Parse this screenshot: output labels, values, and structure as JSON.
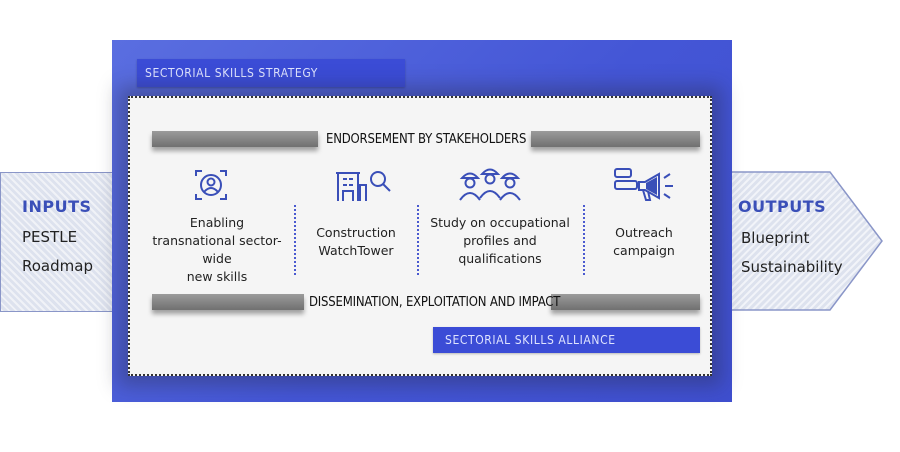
{
  "inputs": {
    "title": "INPUTS",
    "items": [
      "PESTLE",
      "Roadmap"
    ]
  },
  "outputs": {
    "title": "OUTPUTS",
    "items": [
      "Blueprint",
      "Sustainability"
    ]
  },
  "strategy_label": "SECTORIAL SKILLS STRATEGY",
  "endorsement_label": "ENDORSEMENT BY STAKEHOLDERS",
  "dissemination_label": "DISSEMINATION, EXPLOITATION AND IMPACT",
  "alliance_label": "SECTORIAL SKILLS ALLIANCE",
  "columns": [
    {
      "icon": "person-target-icon",
      "lines": [
        "Enabling",
        "transnational sector-wide",
        "new skills"
      ]
    },
    {
      "icon": "building-search-icon",
      "lines": [
        "Construction",
        "WatchTower"
      ]
    },
    {
      "icon": "workers-group-icon",
      "lines": [
        "Study on occupational",
        "profiles and",
        "qualifications"
      ]
    },
    {
      "icon": "megaphone-icon",
      "lines": [
        "Outreach",
        "campaign"
      ]
    }
  ],
  "colors": {
    "accent": "#3b4cd6",
    "icon": "#3a4fb8",
    "band": "#808080"
  }
}
